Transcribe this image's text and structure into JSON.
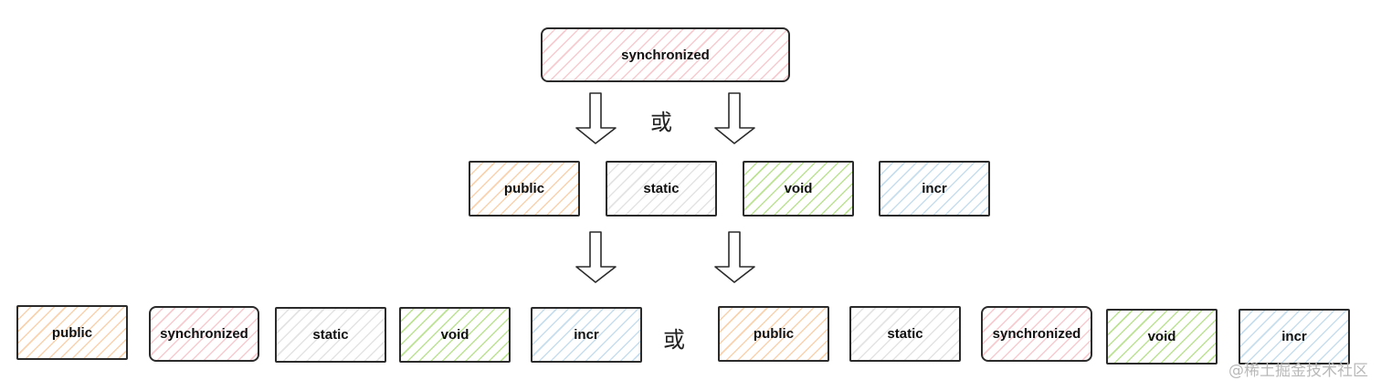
{
  "top": {
    "label": "synchronized"
  },
  "or_label": "或",
  "middle": [
    {
      "label": "public",
      "color": "#f5b478"
    },
    {
      "label": "static",
      "color": "#c8c8c8"
    },
    {
      "label": "void",
      "color": "#a0d764"
    },
    {
      "label": "incr",
      "color": "#a0c8e1"
    }
  ],
  "bottom_left": [
    {
      "label": "public"
    },
    {
      "label": "synchronized"
    },
    {
      "label": "static"
    },
    {
      "label": "void"
    },
    {
      "label": "incr"
    }
  ],
  "bottom_right": [
    {
      "label": "public"
    },
    {
      "label": "static"
    },
    {
      "label": "synchronized"
    },
    {
      "label": "void"
    },
    {
      "label": "incr"
    }
  ],
  "watermark": "@稀土掘金技术社区"
}
